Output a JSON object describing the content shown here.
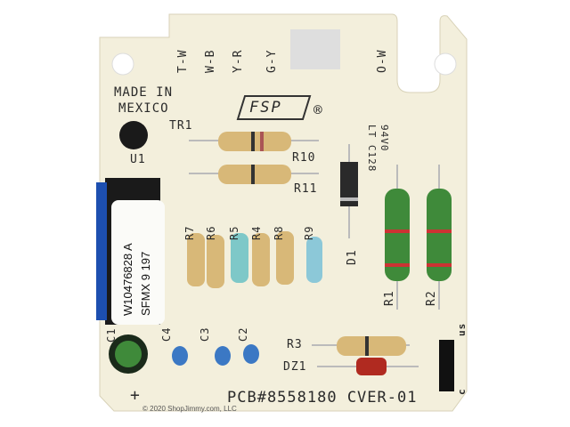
{
  "board": {
    "made_in": [
      "MADE IN",
      "MEXICO"
    ],
    "logo": "FSP",
    "registered": "®",
    "connectors": [
      "T-W",
      "W-B",
      "Y-R",
      "G-Y",
      "O-W"
    ],
    "components": {
      "tr1": "TR1",
      "u1": "U1",
      "r10": "R10",
      "r11": "R11",
      "d1": "D1",
      "r1": "R1",
      "r2": "R2",
      "r3": "R3",
      "dz1": "DZ1",
      "r7": "R7",
      "r6": "R6",
      "r5": "R5",
      "r4": "R4",
      "r8": "R8",
      "r9": "R9",
      "c1": "C1",
      "c2": "C2",
      "c3": "C3",
      "c4": "C4",
      "plus": "+"
    },
    "chip_label": [
      "W10476828 A",
      "SFMX   9 197"
    ],
    "rating": [
      "94V0",
      "LT C128"
    ],
    "cert": [
      "c",
      "us"
    ],
    "pcb_number": "PCB#8558180 CVER-01"
  },
  "copyright": "© 2020 ShopJimmy.com, LLC",
  "colors": {
    "board": "#f3efdc",
    "chip": "#1a1a1a",
    "resistor": "#d8b878",
    "inductor": "#3f8a3a",
    "capacitor": "#3b78c4"
  }
}
